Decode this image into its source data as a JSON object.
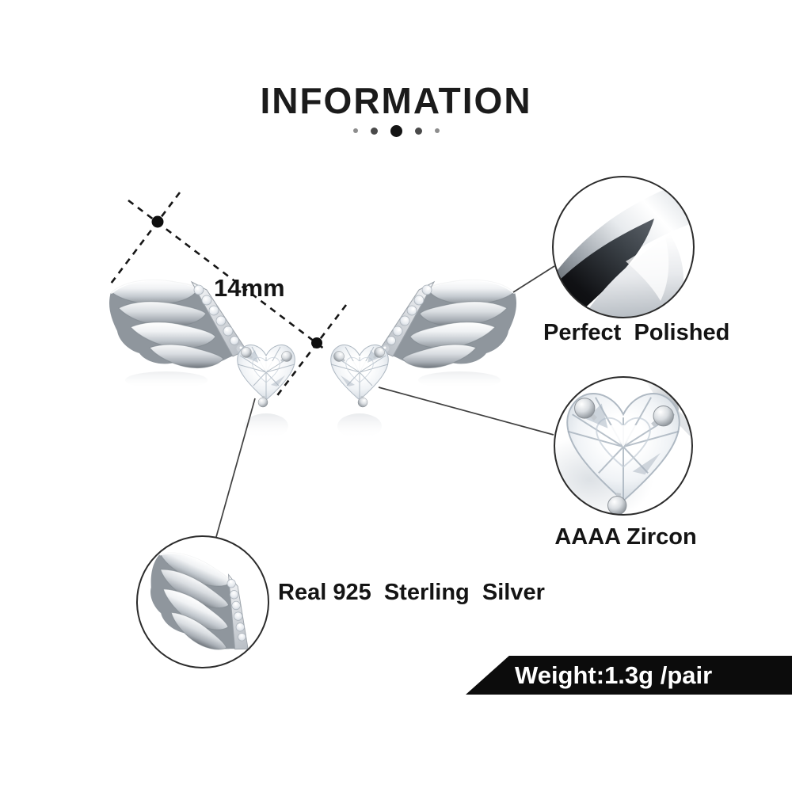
{
  "header": {
    "title": "INFORMATION"
  },
  "measurement": {
    "label": "14mm"
  },
  "callouts": {
    "polish": "Perfect  Polished",
    "zircon": "AAAA Zircon",
    "silver": "Real 925  Sterling  Silver"
  },
  "banner": {
    "weight": "Weight:1.3g /pair"
  },
  "colors": {
    "text": "#1a1a1a",
    "banner_bg": "#0c0c0c",
    "banner_text": "#ffffff",
    "dimension_line": "#161616",
    "circle_border": "#2b2b2b",
    "silver_highlight": "#ffffff",
    "silver_mid": "#c7ccd2",
    "silver_shadow": "#878d93"
  }
}
